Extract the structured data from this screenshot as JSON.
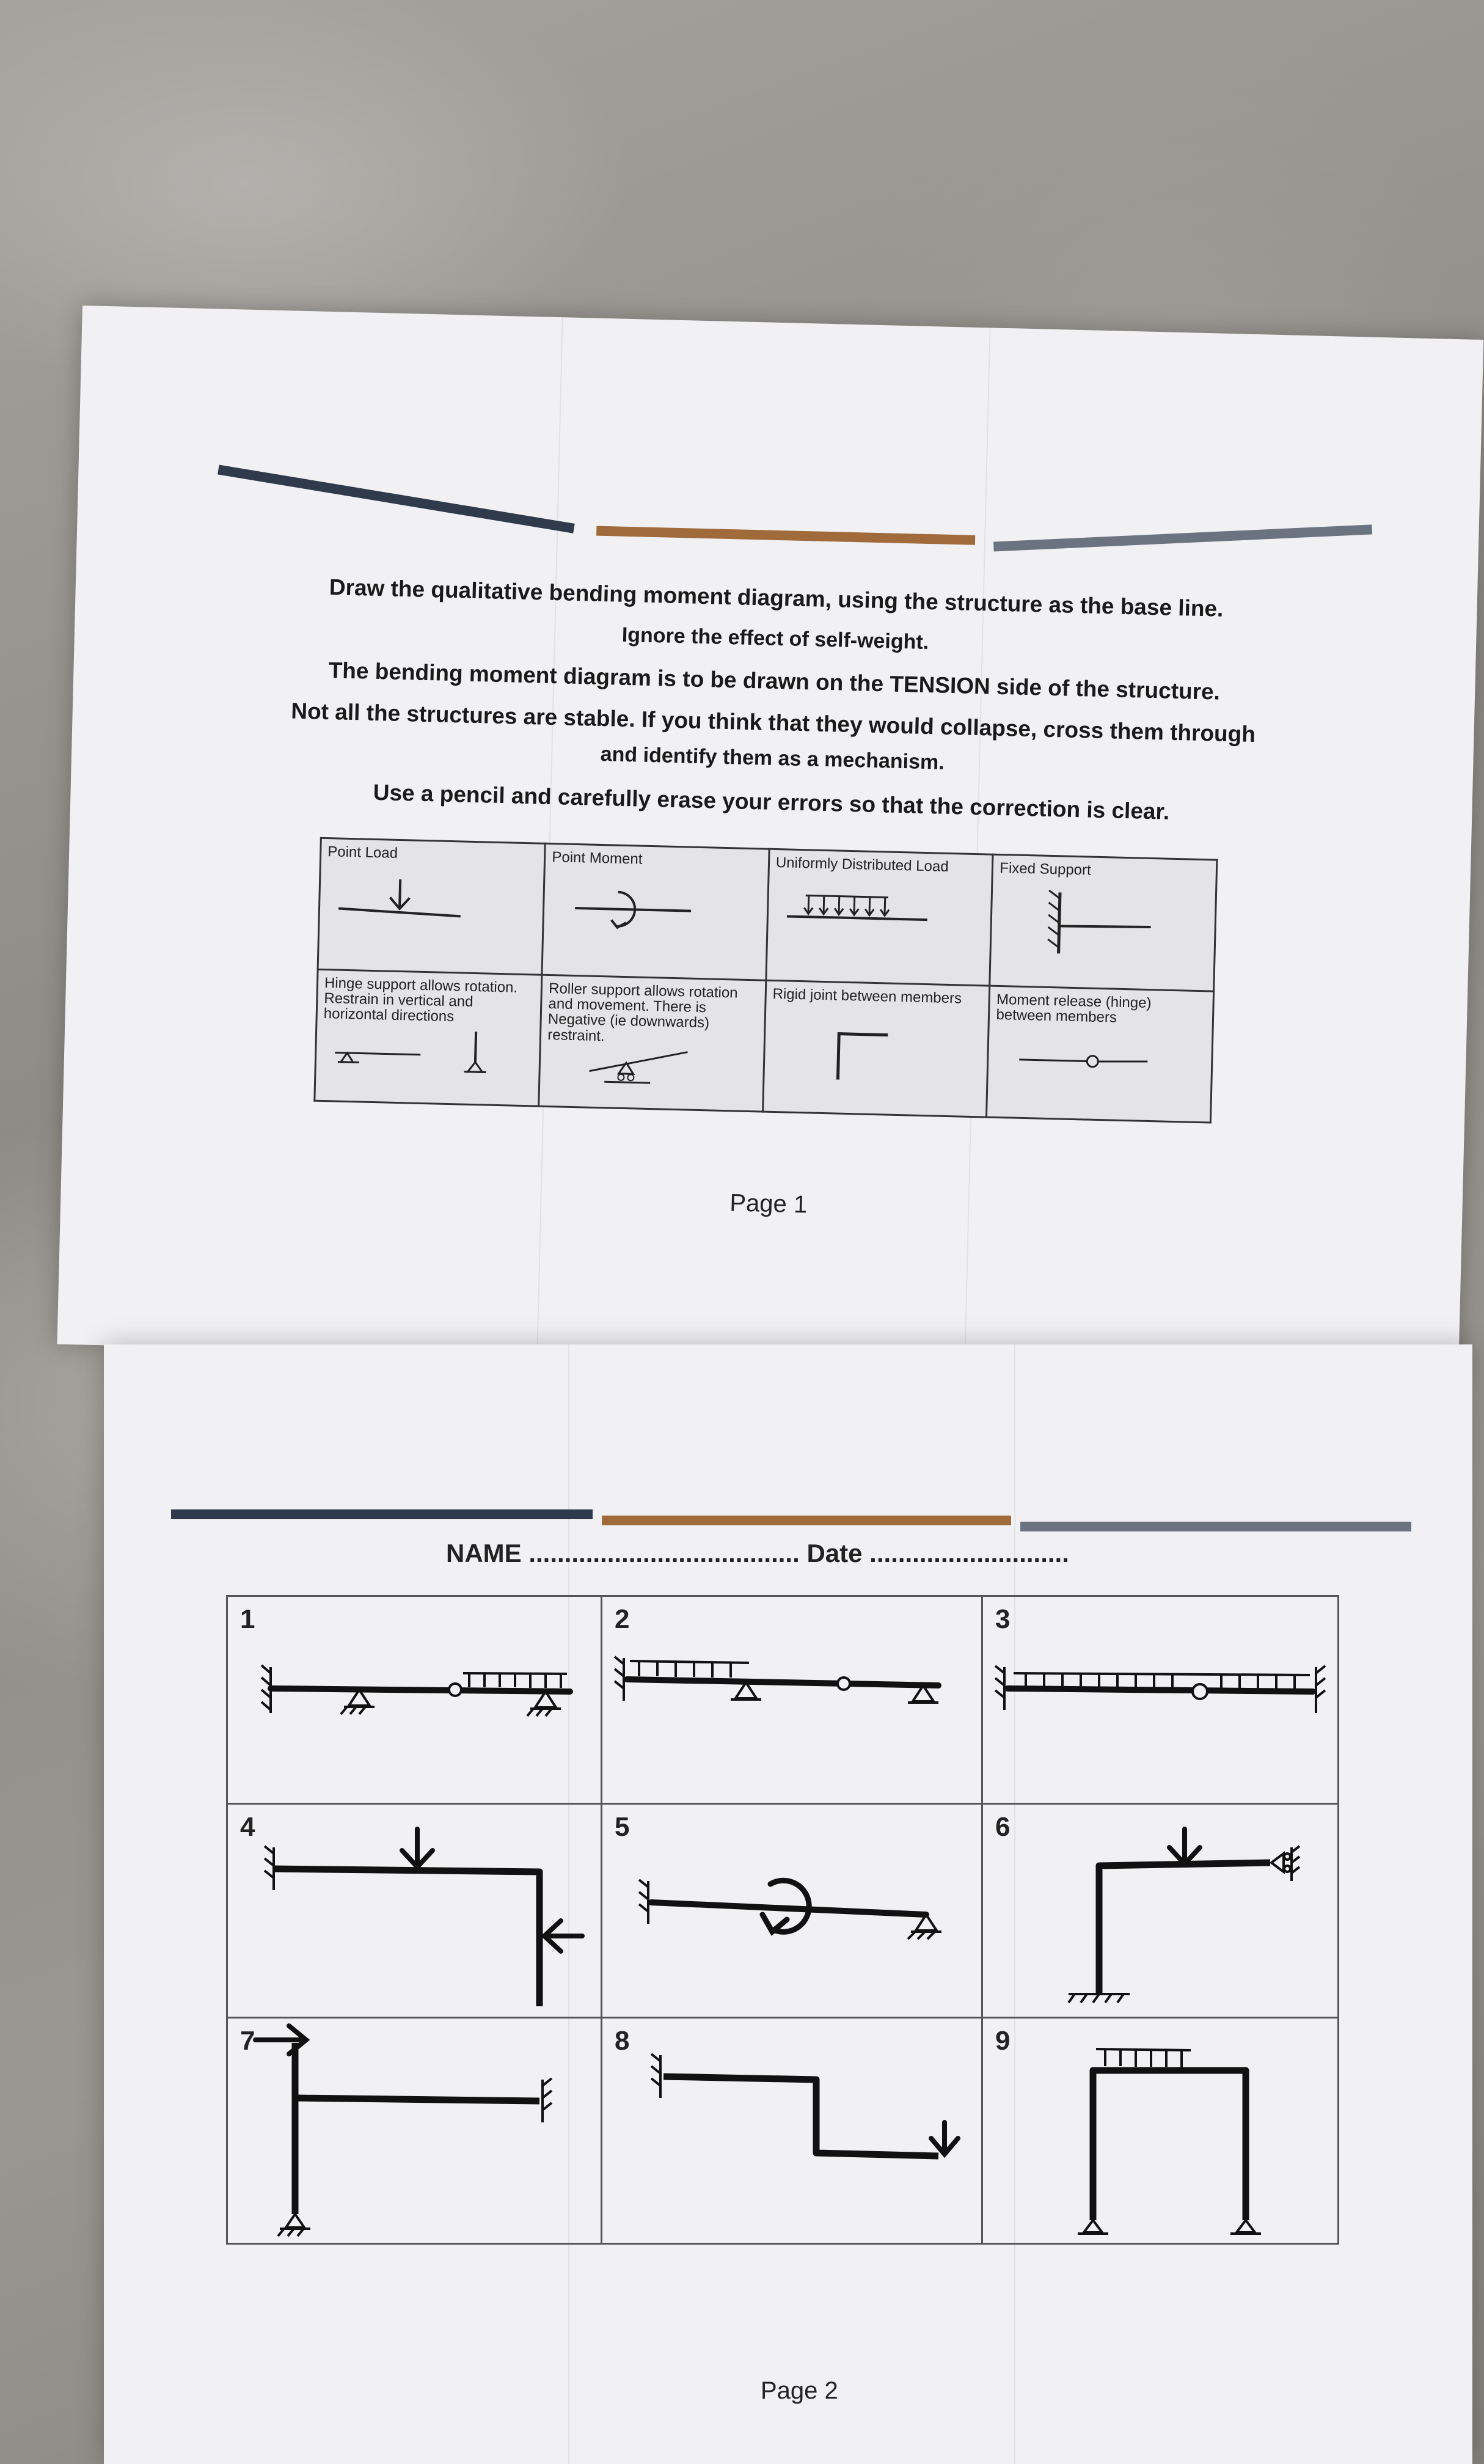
{
  "page1": {
    "instructions": [
      "Draw the qualitative bending moment diagram, using the structure as the base line.",
      "Ignore the effect of self-weight.",
      "The bending moment diagram is to be drawn on the TENSION side of the structure.",
      "Not all the structures are stable. If you think that they would collapse, cross them through",
      "and identify them as a mechanism.",
      "Use a pencil and carefully erase your errors so that the correction is clear."
    ],
    "key": {
      "point_load": "Point Load",
      "point_moment": "Point Moment",
      "udl": "Uniformly Distributed Load",
      "fixed_support": "Fixed Support",
      "hinge_support": "Hinge support allows rotation. Restrain in vertical and horizontal directions",
      "roller_support": "Roller support allows rotation and movement. There is Negative (ie downwards) restraint.",
      "rigid_joint": "Rigid joint between members",
      "moment_release": "Moment release (hinge) between members"
    },
    "page_label": "Page 1"
  },
  "page2": {
    "name_label": "NAME",
    "name_dots": "......................................",
    "date_label": "Date",
    "date_dots": "............................",
    "problems": [
      "1",
      "2",
      "3",
      "4",
      "5",
      "6",
      "7",
      "8",
      "9"
    ],
    "page_label": "Page 2"
  },
  "colors": {
    "navy_bar": "#2f3a4c",
    "brown_bar": "#a06a3b",
    "slate_bar": "#6b7280"
  }
}
